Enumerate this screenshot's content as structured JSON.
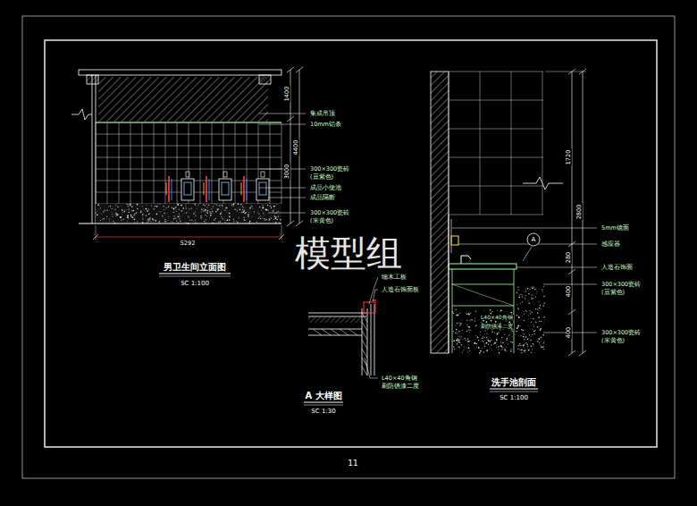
{
  "diagram": {
    "nodes": [
      {
        "text": [
          "A"
        ]
      }
    ],
    "labels": [
      "1400",
      "4400",
      "3000",
      "5292",
      "集成吊顶",
      "10mm铝条",
      "300×300瓷砖",
      "(豆紫色)",
      "成品小便池",
      "成品隔断",
      "300×300瓷砖",
      "(米黄色)",
      "男卫生间立面图",
      "SC 1:100",
      "细木工板",
      "人造石饰面板",
      "L40×40角钢",
      "刷防锈漆二度",
      "A 大样图",
      "SC 1:30",
      "5mm镜面",
      "感应器",
      "人造石饰面",
      "300×300瓷砖",
      "(豆紫色)",
      "300×300瓷砖",
      "(米黄色)",
      "1720",
      "2800",
      "280",
      "400",
      "400",
      "L40×40角钢",
      "刷防锈漆二度",
      "洗手池剖面",
      "SC 1:100",
      "模型组",
      "11"
    ]
  }
}
